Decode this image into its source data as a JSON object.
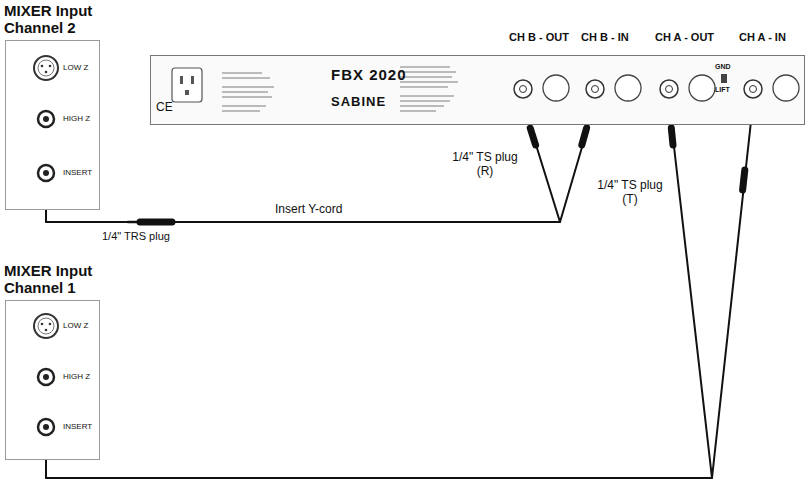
{
  "diagram": {
    "nodes": [
      {
        "text": [
          "MIXER Input Channel 2"
        ]
      },
      {
        "text": [
          "LOW Z"
        ],
        "in": 0
      },
      {
        "text": [
          "HIGH Z"
        ],
        "in": 0
      },
      {
        "text": [
          "INSERT"
        ],
        "in": 0
      },
      {
        "text": [
          "MIXER Input Channel 1"
        ]
      },
      {
        "text": [
          "LOW Z"
        ],
        "in": 4
      },
      {
        "text": [
          "HIGH Z"
        ],
        "in": 4
      },
      {
        "text": [
          "INSERT"
        ],
        "in": 4
      },
      {
        "text": [
          "FBX 2020",
          "SABINE"
        ]
      },
      {
        "text": [
          "CH B - OUT"
        ],
        "in": 8
      },
      {
        "text": [
          "CH B - IN"
        ],
        "in": 8
      },
      {
        "text": [
          "CH A - OUT"
        ],
        "in": 8
      },
      {
        "text": [
          "CH A - IN"
        ],
        "in": 8
      }
    ],
    "edges": [
      {
        "from": 3,
        "to": 9,
        "arrow": "none"
      },
      {
        "from": 3,
        "to": 10,
        "arrow": "none"
      },
      {
        "from": 7,
        "to": 11,
        "arrow": "none"
      },
      {
        "from": 7,
        "to": 12,
        "arrow": "none"
      }
    ],
    "labels": [
      "CE",
      "GND",
      "LIFT",
      "1/4\" TS plug (R)",
      "1/4\" TS plug (T)",
      "Insert Y-cord",
      "1/4\" TRS plug"
    ]
  }
}
